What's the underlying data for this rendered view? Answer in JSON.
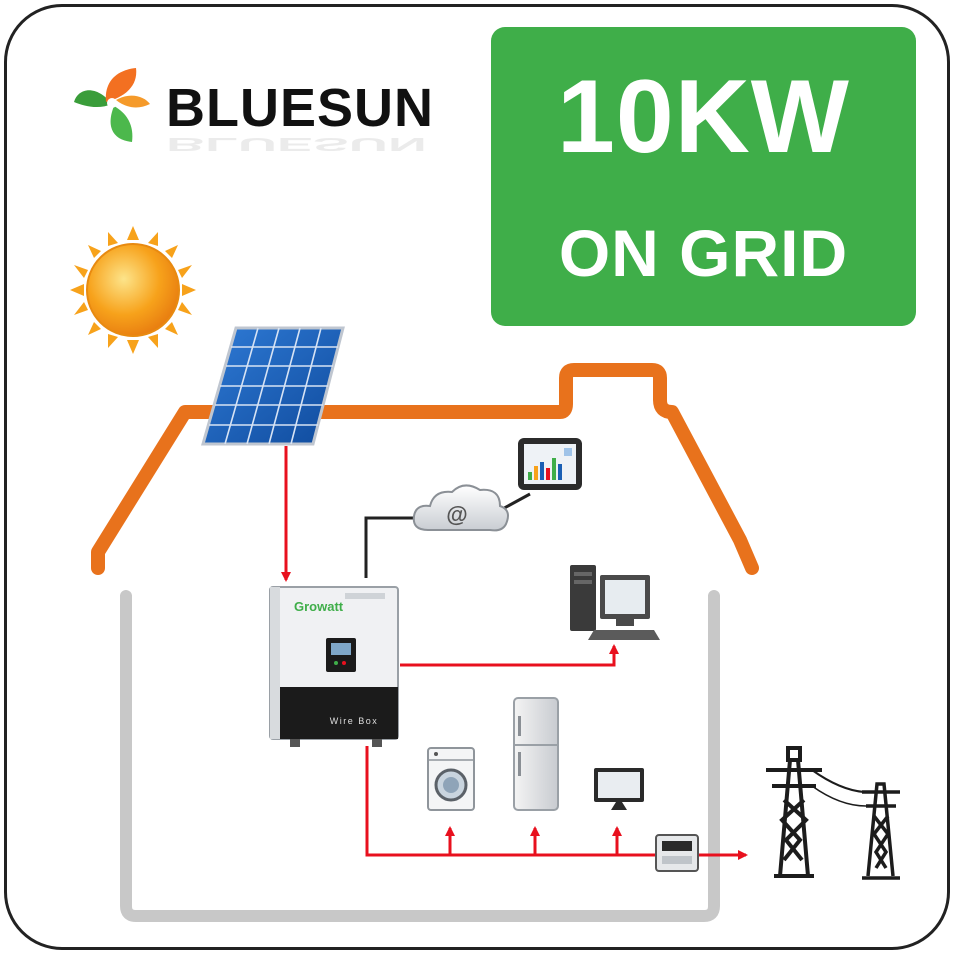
{
  "brand": {
    "name": "BLUESUN",
    "logo_icon": "leaf-sun-logo-icon"
  },
  "badge": {
    "title": "10KW",
    "subtitle": "ON GRID",
    "color": "#3fae49"
  },
  "inverter": {
    "brand": "Growatt",
    "label": "Wire Box"
  },
  "colors": {
    "roof": "#e8721c",
    "wall": "#c8c8c8",
    "dc_line": "#e8101e",
    "ac_line": "#e8101e",
    "panel": "#1a5fb4",
    "sun": "#f7a21b"
  },
  "icons": [
    "sun-icon",
    "solar-panel-icon",
    "inverter-icon",
    "cloud-internet-icon",
    "tablet-monitor-icon",
    "desktop-computer-icon",
    "washing-machine-icon",
    "refrigerator-icon",
    "tv-icon",
    "electric-meter-icon",
    "transmission-tower-icon"
  ]
}
